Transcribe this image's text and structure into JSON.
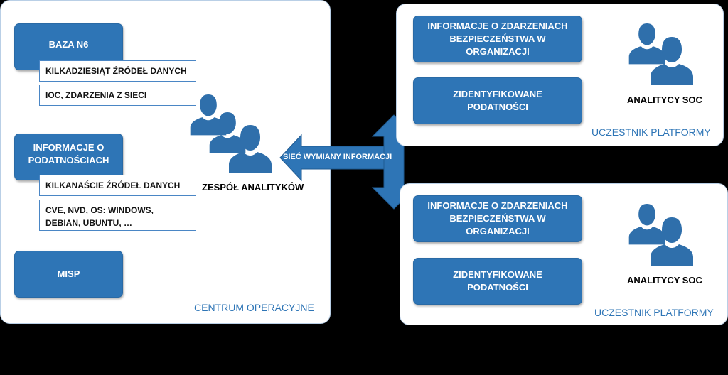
{
  "operations_center": {
    "label": "CENTRUM OPERACYJNE",
    "baza_n6": "BAZA N6",
    "baza_detail_1": "KILKADZIESIĄT ŹRÓDEŁ DANYCH",
    "baza_detail_2": "IOC, ZDARZENIA Z SIECI",
    "vuln_info": "INFORMACJE O PODATNOŚCIACH",
    "vuln_detail_1": "KILKANAŚCIE ŹRÓDEŁ DANYCH",
    "vuln_detail_2": "CVE, NVD, OS: WINDOWS, DEBIAN, UBUNTU, …",
    "misp": "MISP",
    "team_label": "ZESPÓŁ ANALITYKÓW"
  },
  "exchange_network": {
    "label": "SIEĆ WYMIANY INFORMACJI"
  },
  "participants": [
    {
      "label": "UCZESTNIK PLATFORMY",
      "events_info": "INFORMACJE O ZDARZENIACH BEZPIECZEŃSTWA W ORGANIZACJI",
      "vulns": "ZIDENTYFIKOWANE PODATNOŚCI",
      "analysts_label": "ANALITYCY SOC"
    },
    {
      "label": "UCZESTNIK PLATFORMY",
      "events_info": "INFORMACJE O ZDARZENIACH BEZPIECZEŃSTWA W ORGANIZACJI",
      "vulns": "ZIDENTYFIKOWANE PODATNOŚCI",
      "analysts_label": "ANALITYCY SOC"
    }
  ],
  "colors": {
    "box_blue": "#2e75b6",
    "person_blue": "#2f6fab",
    "label_blue": "#2e75b6",
    "background": "#000000"
  }
}
